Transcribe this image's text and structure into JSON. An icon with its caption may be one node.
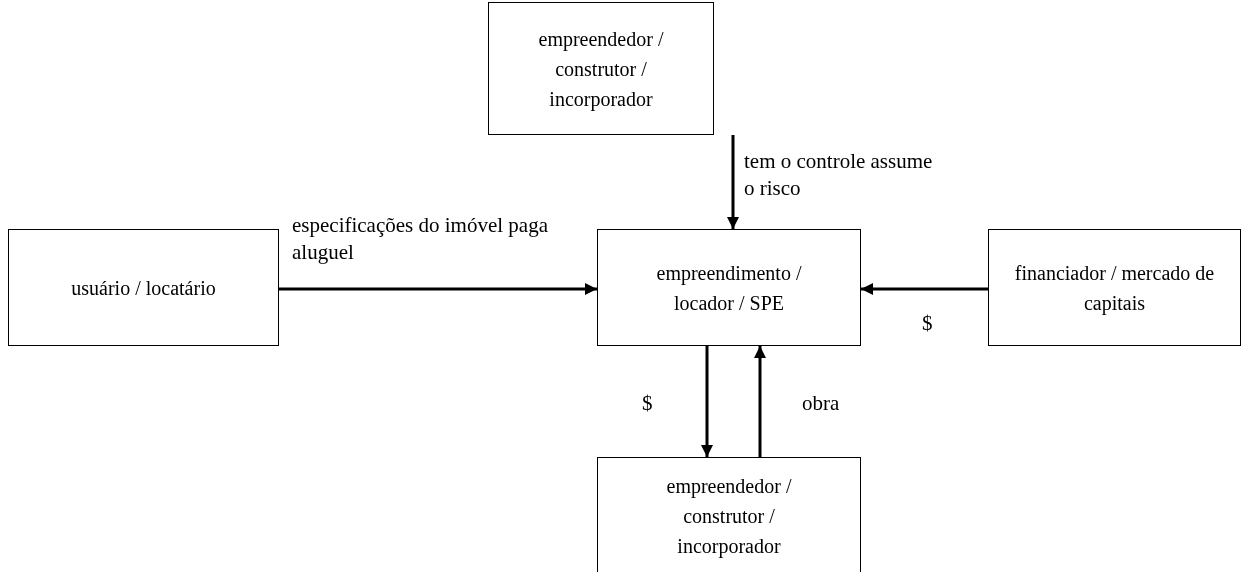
{
  "diagram": {
    "nodes": [
      {
        "text": [
          "empreendedor / construtor / incorporador"
        ]
      },
      {
        "text": [
          "usuário / locatário"
        ]
      },
      {
        "text": [
          "empreendimento / locador / SPE"
        ]
      },
      {
        "text": [
          "financiador / mercado de capitais"
        ]
      },
      {
        "text": [
          "empreendedor / construtor / incorporador"
        ]
      }
    ],
    "edges": [
      {
        "from": 0,
        "to": 2,
        "arrow": "to",
        "label": "tem o controle assume o risco"
      },
      {
        "from": 1,
        "to": 2,
        "arrow": "to",
        "label": "especificações do imóvel paga aluguel"
      },
      {
        "from": 3,
        "to": 2,
        "arrow": "to",
        "label": "$"
      },
      {
        "from": 2,
        "to": 4,
        "arrow": "to",
        "label": "$"
      },
      {
        "from": 4,
        "to": 2,
        "arrow": "to",
        "label": "obra"
      }
    ]
  }
}
